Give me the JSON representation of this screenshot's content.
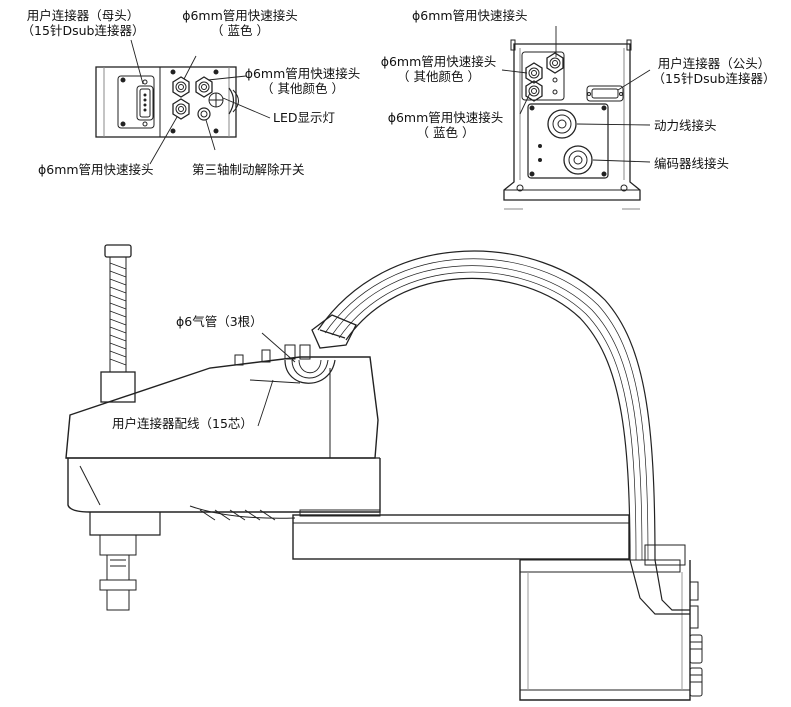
{
  "top_left_view": {
    "user_connector_female": [
      "用户连接器（母头）",
      "（15针Dsub连接器）"
    ],
    "fitting_blue": [
      "ϕ6mm管用快速接头",
      "（ 蓝色 ）"
    ],
    "fitting_other": [
      "ϕ6mm管用快速接头",
      "（ 其他颜色 ）"
    ],
    "led": "LED显示灯",
    "fitting_bottom": "ϕ6mm管用快速接头",
    "brake_switch": "第三轴制动解除开关"
  },
  "top_right_view": {
    "fitting_top": "ϕ6mm管用快速接头",
    "fitting_other": [
      "ϕ6mm管用快速接头",
      "（ 其他颜色 ）"
    ],
    "fitting_blue": [
      "ϕ6mm管用快速接头",
      "（ 蓝色 ）"
    ],
    "user_connector_male": [
      "用户连接器（公头）",
      "（15针Dsub连接器）"
    ],
    "power_connector": "动力线接头",
    "encoder_connector": "编码器线接头"
  },
  "side_view": {
    "air_tubes": "ϕ6气管（3根）",
    "user_wiring": "用户连接器配线（15芯）"
  }
}
